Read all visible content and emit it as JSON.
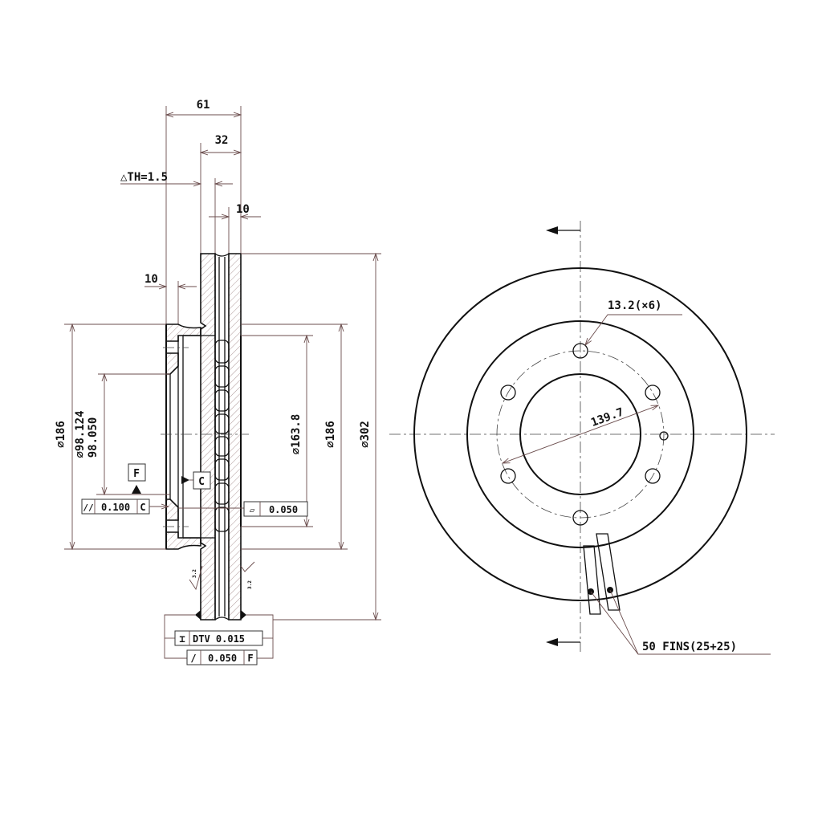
{
  "section_view": {
    "dim_overall_width": "61",
    "dim_rotor_width": "32",
    "dim_thickness_variation": "△TH=1.5",
    "dim_flange_outer": "10",
    "dim_hub_flange": "10",
    "dim_hub_diameter": "⌀186",
    "dim_bore_max": "⌀98.124",
    "dim_bore_min": "98.050",
    "dim_inner_diameter": "⌀163.8",
    "dim_hat_diameter": "⌀186",
    "dim_outer_diameter": "⌀302",
    "surface_finish_left": "3.2",
    "surface_finish_right": "3.2",
    "datum_f": "F",
    "datum_c": "C",
    "parallelism": {
      "symbol": "//",
      "value": "0.100",
      "datum": "C"
    },
    "flatness": {
      "symbol": "▱",
      "value": "0.050"
    },
    "dtv": {
      "symbol": "⌶",
      "value": "DTV 0.015"
    },
    "runout": {
      "symbol": "/",
      "value": "0.050",
      "datum": "F"
    }
  },
  "front_view": {
    "bolt_hole_label": "13.2(×6)",
    "bolt_circle_label": "139.7",
    "fins_label": "50 FINS(25+25)",
    "bolt_hole_count": 6
  }
}
